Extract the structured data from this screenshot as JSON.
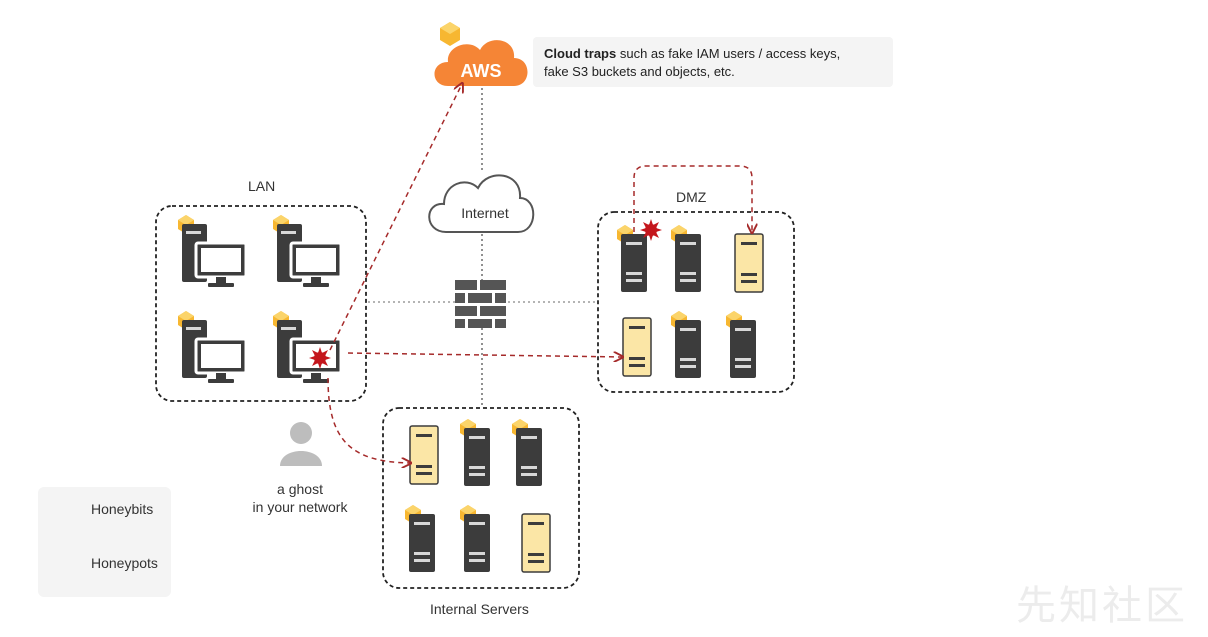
{
  "cloud": {
    "aws_label": "AWS",
    "internet_label": "Internet",
    "callout_bold": "Cloud traps",
    "callout_line1": " such as fake IAM users / access keys,",
    "callout_line2": "fake S3 buckets and objects, etc."
  },
  "zones": {
    "lan_label": "LAN",
    "dmz_label": "DMZ",
    "internal_label": "Internal Servers"
  },
  "attacker": {
    "line1": "a ghost",
    "line2": "in your network"
  },
  "legend": {
    "honeybits_label": "Honeybits",
    "honeypots_label": "Honeypots"
  },
  "watermark": "先知社区",
  "colors": {
    "honeybit": "#f7b731",
    "honeypot_fill": "#fbe6a6",
    "server_dark": "#3c3c3c",
    "attack_path": "#a52a2a",
    "compromise": "#c4161c",
    "aws_orange": "#f58536"
  }
}
